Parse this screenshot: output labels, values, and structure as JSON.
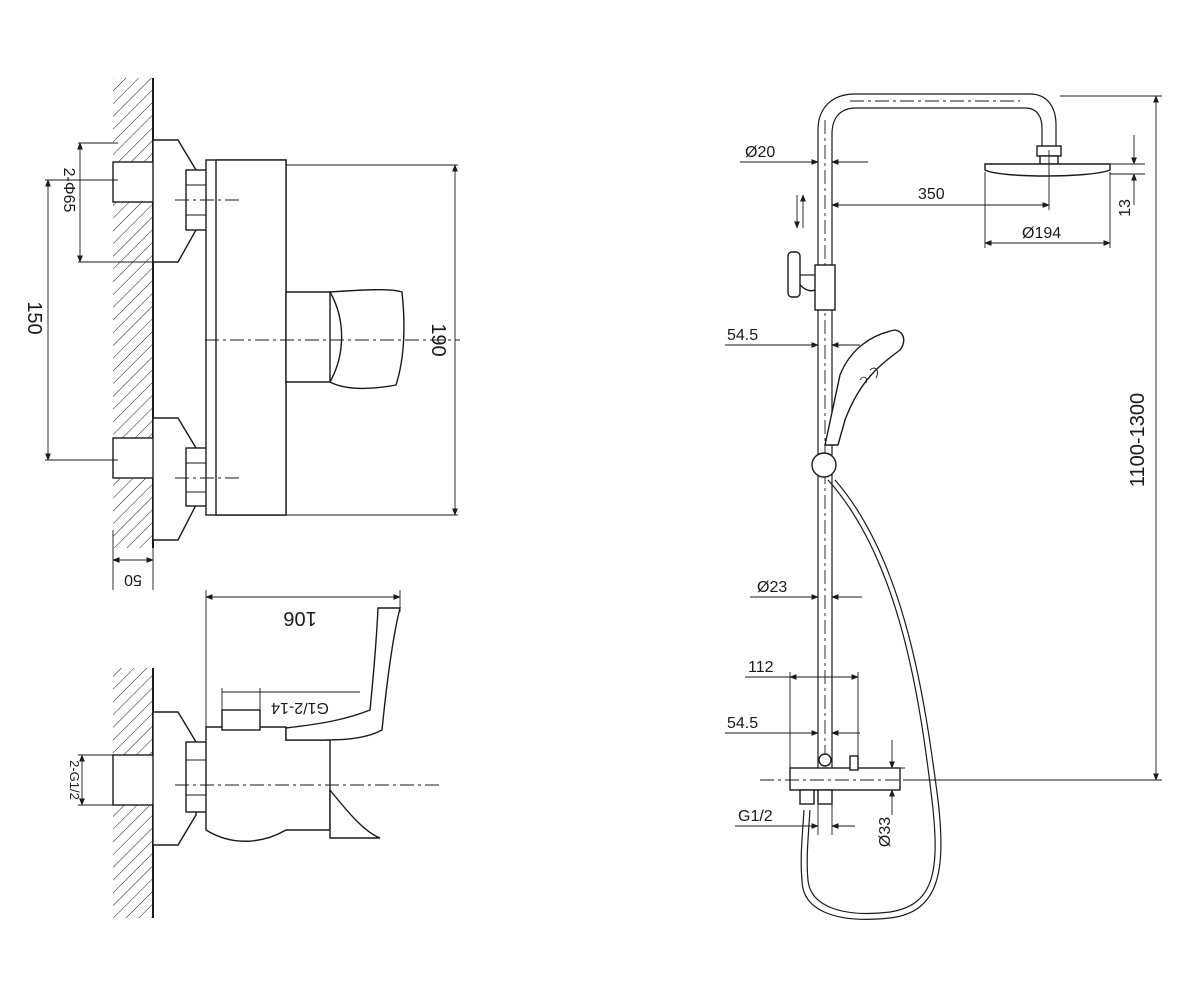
{
  "mixer_front_view": {
    "pipe_dia_label": "2-Φ65",
    "center_distance_label": "150",
    "body_height_label": "190",
    "wall_offset_label": "50"
  },
  "mixer_side_view": {
    "body_depth_label": "106",
    "outlet_thread_label": "G1/2-14",
    "inlet_thread_label": "2-G1/2"
  },
  "shower_column": {
    "pipe_top_dia_label": "Ø20",
    "arm_length_label": "350",
    "head_height_label": "13",
    "head_dia_label": "Ø194",
    "holder_offset_label": "54.5",
    "total_height_label": "1100-1300",
    "pipe_lower_dia_label": "Ø23",
    "outlet_span_label": "112",
    "outlet_offset_label": "54.5",
    "inlet_thread_label": "G1/2",
    "body_dia_label": "Ø33"
  }
}
